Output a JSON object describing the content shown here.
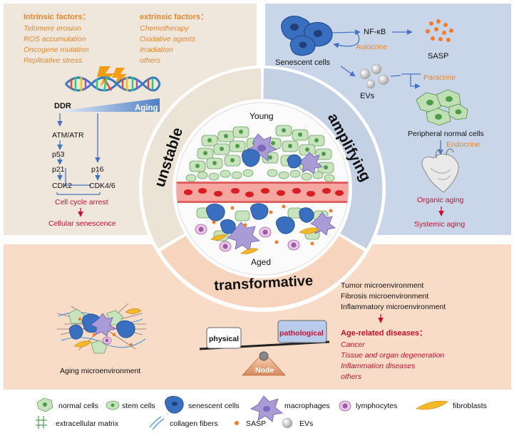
{
  "colors": {
    "panel_tl": "#efe7dc",
    "panel_tr": "#c9d6ea",
    "panel_bottom": "#f8dcc8",
    "orange": "#e8862b",
    "red": "#c8102e",
    "blue": "#4472c4",
    "circle_tl": "#ebe4d6",
    "circle_tr": "#c4d0e4",
    "circle_bottom": "#f6d4bd"
  },
  "top_left": {
    "intrinsic_title": "Intrinsic factors：",
    "intrinsic_items": [
      "Telomere erosion",
      "ROS accumulation",
      "Oncogene mutation",
      "Replicative stress"
    ],
    "extrinsic_title": "extrinsic factors：",
    "extrinsic_items": [
      "Chemotherapy",
      "Oxidative agents",
      "Irradiation",
      "others"
    ],
    "ddr": "DDR",
    "aging": "Aging",
    "atm": "ATM/ATR",
    "p53": "p53",
    "p21": "p21",
    "p16": "p16",
    "cdk2": "CDK2",
    "cdk46": "CDK4/6",
    "arrest": "Cell cycle arrest",
    "senescence": "Cellular senescence"
  },
  "top_right": {
    "senescent_cells": "Senescent cells",
    "nfkb": "NF-κB",
    "autocrine": "Autocrine",
    "sasp": "SASP",
    "evs": "EVs",
    "paracrine": "Paracrine",
    "peripheral": "Peripheral normal cells",
    "endocrine": "Endocrine",
    "organic": "Organic  aging",
    "systemic": "Systemic aging"
  },
  "ring": {
    "unstable": "unstable",
    "amplifying": "amplifying",
    "transformative": "transformative",
    "young": "Young",
    "aged": "Aged"
  },
  "bottom": {
    "micro_items": [
      "Tumor microenvironment",
      "Fibrosis microenvironment",
      "Inflammatory microenvironment"
    ],
    "diseases_title": "Age-related diseases：",
    "disease_items": [
      "Cancer",
      "Tissue and organ degeneration",
      "Inflammation diseases",
      "others"
    ],
    "aging_micro": "Aging microenvironment",
    "physical": "physical",
    "pathological": "pathological",
    "node": "Node"
  },
  "legend": {
    "normal": "normal cells",
    "stem": "stem cells",
    "senescent": "senescent cells",
    "macrophages": "macrophages",
    "lymphocytes": "lymphocytes",
    "fibroblasts": "fibroblasts",
    "ecm": "extracellular matrix",
    "collagen": "collagen fibers",
    "sasp": "SASP",
    "evs": "EVs"
  }
}
